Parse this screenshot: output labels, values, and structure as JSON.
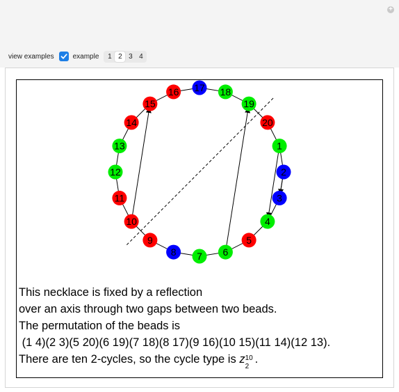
{
  "controls": {
    "view_examples_label": "view examples",
    "view_examples_checked": true,
    "example_label": "example",
    "examples": [
      "1",
      "2",
      "3",
      "4"
    ],
    "selected_example": "2"
  },
  "necklace": {
    "beads": [
      {
        "n": "1",
        "color": "green"
      },
      {
        "n": "2",
        "color": "blue"
      },
      {
        "n": "3",
        "color": "blue"
      },
      {
        "n": "4",
        "color": "green"
      },
      {
        "n": "5",
        "color": "red"
      },
      {
        "n": "6",
        "color": "green"
      },
      {
        "n": "7",
        "color": "green"
      },
      {
        "n": "8",
        "color": "blue"
      },
      {
        "n": "9",
        "color": "red"
      },
      {
        "n": "10",
        "color": "red"
      },
      {
        "n": "11",
        "color": "red"
      },
      {
        "n": "12",
        "color": "green"
      },
      {
        "n": "13",
        "color": "green"
      },
      {
        "n": "14",
        "color": "red"
      },
      {
        "n": "15",
        "color": "red"
      },
      {
        "n": "16",
        "color": "red"
      },
      {
        "n": "17",
        "color": "blue"
      },
      {
        "n": "18",
        "color": "green"
      },
      {
        "n": "19",
        "color": "green"
      },
      {
        "n": "20",
        "color": "red"
      }
    ],
    "arrows": [
      [
        "1",
        "4"
      ],
      [
        "2",
        "3"
      ],
      [
        "6",
        "19"
      ],
      [
        "10",
        "15"
      ]
    ],
    "colors": {
      "red": "#ff0000",
      "green": "#00ee00",
      "blue": "#0000ff"
    }
  },
  "caption": {
    "line1": "This necklace is fixed by a reflection",
    "line2": "over an axis through two gaps between two beads.",
    "line3": "The permutation of the beads is",
    "line4": " (1 4)(2 3)(5 20)(6 19)(7 18)(8 17)(9 16)(10 15)(11 14)(12 13).",
    "line5_prefix": "There are ten 2-cycles, so the cycle type is ",
    "z": "z",
    "z_sub": "2",
    "z_sup": "10",
    "line5_suffix": "."
  }
}
